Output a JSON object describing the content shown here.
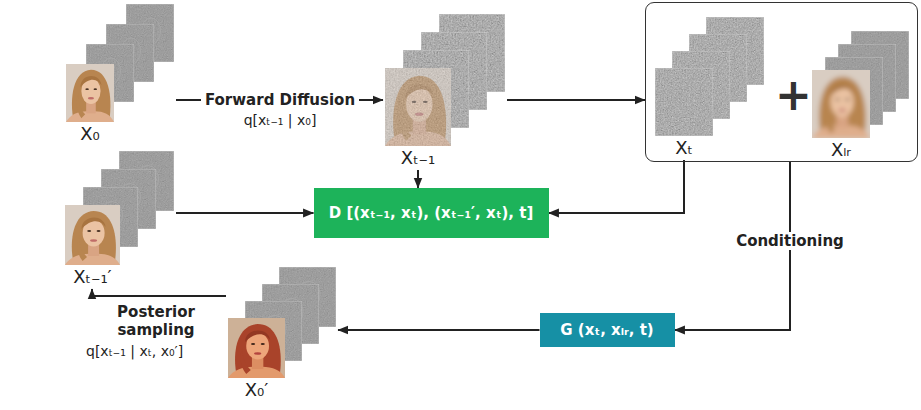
{
  "diagram": {
    "nodes": [
      {
        "text": [
          "X₀"
        ]
      },
      {
        "text": [
          "Xₜ₋₁"
        ]
      },
      {
        "text": [
          "+"
        ]
      },
      {
        "text": [
          "Xₜ"
        ],
        "in": 2
      },
      {
        "text": [
          "Xₗᵣ"
        ],
        "in": 2
      },
      {
        "text": [
          "D [(xₜ₋₁, xₜ), (xₜ₋₁′, xₜ), t]"
        ]
      },
      {
        "text": [
          "G (xₜ, xₗᵣ, t)"
        ]
      },
      {
        "text": [
          "Xₜ₋₁′"
        ]
      },
      {
        "text": [
          "X₀′"
        ]
      }
    ],
    "edges": [
      {
        "from": 0,
        "to": 1,
        "arrow": "to",
        "label": "Forward Diffusion"
      },
      {
        "from": 1,
        "to": 2,
        "arrow": "to"
      },
      {
        "from": 1,
        "to": 5,
        "arrow": "to"
      },
      {
        "from": 3,
        "to": 5,
        "arrow": "to"
      },
      {
        "from": 2,
        "to": 6,
        "arrow": "to",
        "label": "Conditioning"
      },
      {
        "from": 6,
        "to": 8,
        "arrow": "to"
      },
      {
        "from": 8,
        "to": 7,
        "arrow": "to",
        "label": "Posterior sampling"
      },
      {
        "from": 7,
        "to": 5,
        "arrow": "to"
      }
    ],
    "labels": [
      "q[xₜ₋₁ | x₀]",
      "q[xₜ₋₁ | xₜ, x₀′]"
    ]
  }
}
